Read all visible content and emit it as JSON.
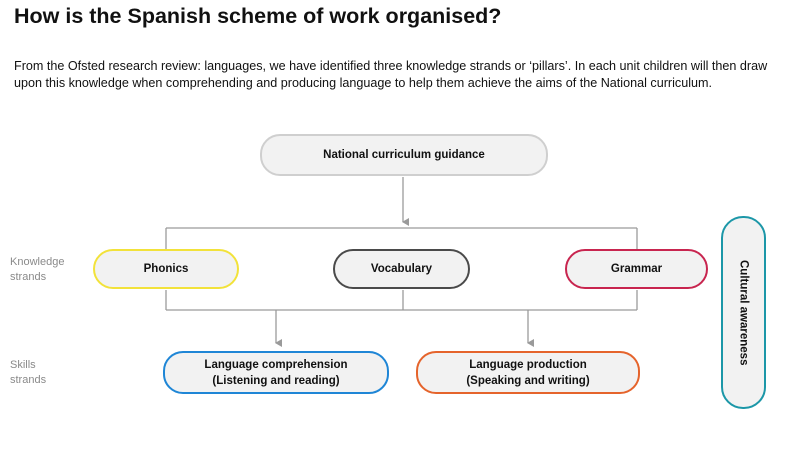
{
  "header": {
    "title": "How is the Spanish scheme of work organised?",
    "intro": "From the Ofsted research review: languages, we have identified three knowledge strands or ‘pillars’. In each unit children will then draw upon this knowledge when comprehending and producing language to help them achieve the aims of the National curriculum."
  },
  "side_labels": {
    "knowledge": [
      "Knowledge",
      "strands"
    ],
    "skills": [
      "Skills",
      "strands"
    ]
  },
  "nodes": {
    "national_curriculum": "National curriculum guidance",
    "phonics": "Phonics",
    "vocabulary": "Vocabulary",
    "grammar": "Grammar",
    "comprehension": [
      "Language comprehension",
      "(Listening and reading)"
    ],
    "production": [
      "Language production",
      "(Speaking and writing)"
    ],
    "cultural": "Cultural awareness"
  },
  "colors": {
    "phonics": "#f2e23a",
    "vocabulary": "#4a4a4a",
    "grammar": "#c8254f",
    "comprehension": "#1f86d6",
    "production": "#e5642c",
    "cultural": "#1c97a8",
    "connector": "#9a9a9a"
  }
}
